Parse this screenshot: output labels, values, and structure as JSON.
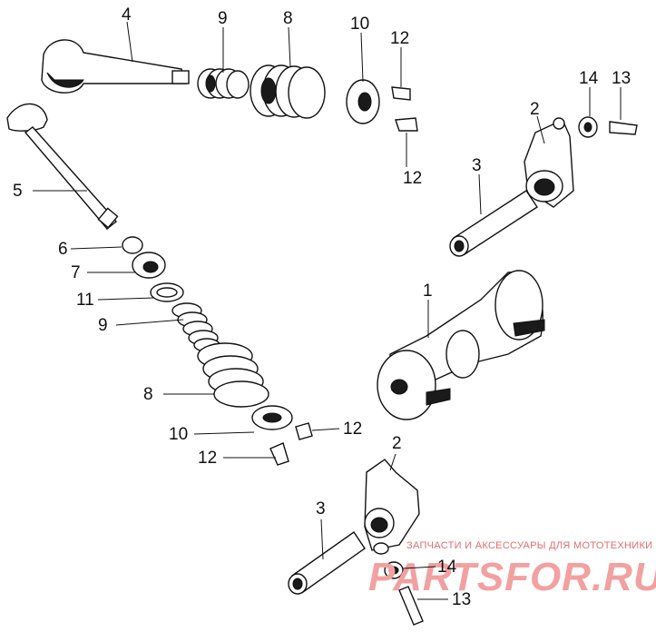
{
  "diagram": {
    "callouts": {
      "c4": "4",
      "c9a": "9",
      "c8a": "8",
      "c10a": "10",
      "c12a": "12",
      "c12b": "12",
      "c14a": "14",
      "c13a": "13",
      "c2a": "2",
      "c3a": "3",
      "c5": "5",
      "c6": "6",
      "c7": "7",
      "c11": "11",
      "c9b": "9",
      "c1": "1",
      "c8b": "8",
      "c10b": "10",
      "c12c": "12",
      "c12d": "12",
      "c2b": "2",
      "c3b": "3",
      "c14b": "14",
      "c13b": "13"
    },
    "watermark": {
      "tagline": "ЗАПЧАСТИ И АКСЕССУАРЫ ДЛЯ МОТОТЕХНИКИ",
      "logo": "PARTSFOR.RU"
    }
  }
}
